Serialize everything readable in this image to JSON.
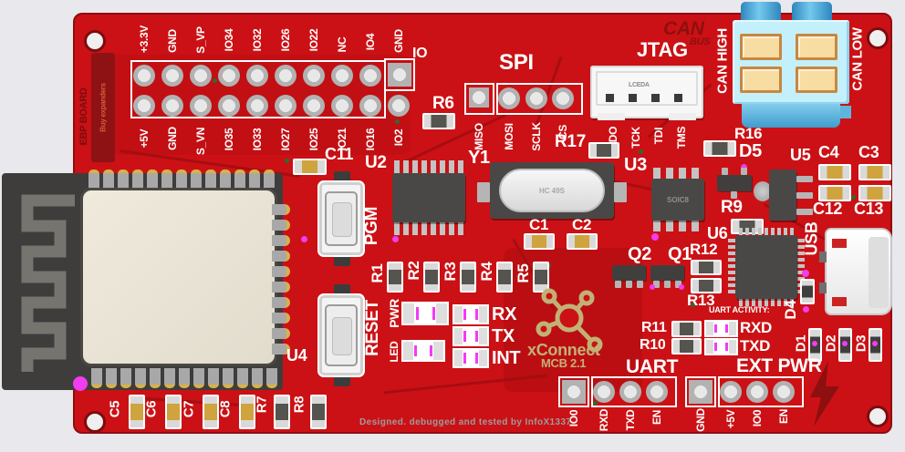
{
  "meta": {
    "credit": "Designed. debugged and tested by InfoX1337"
  },
  "edge": {
    "board_name": "EBP BOARD",
    "buy_tag": "Buy expanders"
  },
  "io_header": {
    "corner_label": "IO",
    "top": [
      "+3.3V",
      "GND",
      "S_VP",
      "IO34",
      "IO32",
      "IO26",
      "IO22",
      "NC",
      "IO4",
      "GND"
    ],
    "bottom": [
      "+5V",
      "GND",
      "S_VN",
      "IO35",
      "IO33",
      "IO27",
      "IO25",
      "IO21",
      "IO16",
      "IO2"
    ]
  },
  "spi": {
    "title": "SPI",
    "pins": [
      "MISO",
      "MOSI",
      "SCLK",
      "CS"
    ]
  },
  "jtag": {
    "title": "JTAG",
    "brand": "LCEDA",
    "pins": [
      "TDO",
      "TCK",
      "TDI",
      "TMS"
    ]
  },
  "can": {
    "logo_top": "CAN",
    "logo_bottom": "BUS",
    "high": "CAN HIGH",
    "low": "CAN LOW"
  },
  "usb": {
    "label": "USB"
  },
  "buttons": {
    "pgm": "PGM",
    "reset": "RESET"
  },
  "status": {
    "pwr": "PWR",
    "led": "LED",
    "rx": "RX",
    "tx": "TX",
    "int": "INT",
    "uart_activity": "UART ACTIVITY:",
    "rxd": "RXD",
    "txd": "TXD"
  },
  "uart": {
    "title": "UART",
    "pins": [
      "IO0",
      "RXD",
      "TXD",
      "EN"
    ]
  },
  "ext_pwr": {
    "title": "EXT PWR",
    "pins": [
      "GND",
      "+5V",
      "IO0",
      "EN"
    ]
  },
  "logo": {
    "name": "xConnect",
    "version": "MCB 2.1"
  },
  "chips": {
    "u2": "U2",
    "u3": "U3",
    "u3_marking": "SOIC8",
    "u4": "U4",
    "u5": "U5",
    "u6": "U6",
    "y1": "Y1",
    "y1_marking": "HC 49S"
  },
  "refs": {
    "c1": "C1",
    "c2": "C2",
    "c3": "C3",
    "c4": "C4",
    "c5": "C5",
    "c6": "C6",
    "c7": "C7",
    "c8": "C8",
    "c11": "C11",
    "c12": "C12",
    "c13": "C13",
    "r1": "R1",
    "r2": "R2",
    "r3": "R3",
    "r4": "R4",
    "r5": "R5",
    "r6": "R6",
    "r7": "R7",
    "r8": "R8",
    "r9": "R9",
    "r10": "R10",
    "r11": "R11",
    "r12": "R12",
    "r13": "R13",
    "r16": "R16",
    "r17": "R17",
    "d1": "D1",
    "d2": "D2",
    "d3": "D3",
    "d4": "D4",
    "d5": "D5",
    "q1": "Q1",
    "q2": "Q2"
  },
  "colors": {
    "board": "#cb1115",
    "silk": "#ffffff",
    "dark_silk": "#8e0f10",
    "gold": "#c2b175",
    "terminal": "#c4f0fb",
    "cap": "#cfa33d",
    "magenta": "#f23cf0"
  }
}
